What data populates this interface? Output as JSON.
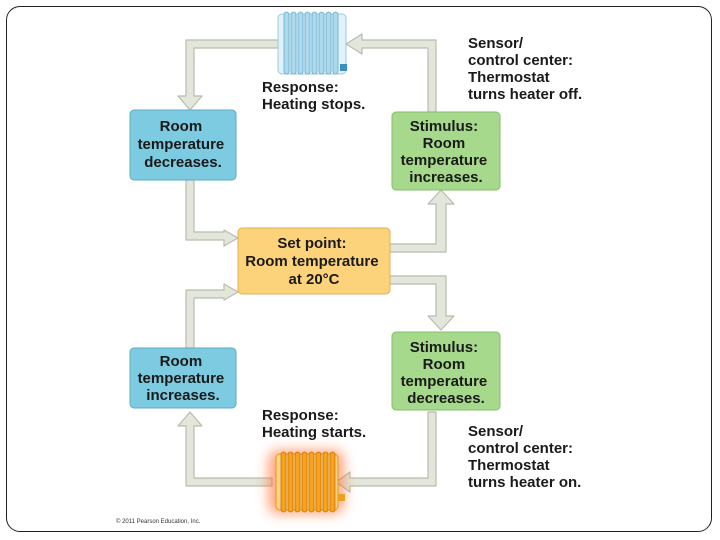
{
  "colors": {
    "blue_box": "#7ccbe0",
    "green_box": "#a6d98c",
    "orange_box": "#fcd37a",
    "arrow_fill": "#e3e6da",
    "arrow_stroke": "#b9bcae",
    "radiator_cold": "#a9daf0",
    "radiator_hot": "#f7a21b"
  },
  "top_loop": {
    "response": [
      "Response:",
      "Heating stops."
    ],
    "sensor": [
      "Sensor/",
      "control center:",
      "Thermostat",
      "turns heater off."
    ],
    "effect_box": [
      "Room",
      "temperature",
      "decreases."
    ],
    "stimulus_box": [
      "Stimulus:",
      "Room",
      "temperature",
      "increases."
    ]
  },
  "set_point": [
    "Set point:",
    "Room temperature",
    "at 20°C"
  ],
  "bottom_loop": {
    "effect_box": [
      "Room",
      "temperature",
      "increases."
    ],
    "stimulus_box": [
      "Stimulus:",
      "Room",
      "temperature",
      "decreases."
    ],
    "response": [
      "Response:",
      "Heating starts."
    ],
    "sensor": [
      "Sensor/",
      "control center:",
      "Thermostat",
      "turns heater on."
    ]
  },
  "icons": {
    "top_radiator": "cold-radiator-icon",
    "bottom_radiator": "hot-radiator-icon"
  },
  "copyright": "© 2011 Pearson Education, Inc."
}
